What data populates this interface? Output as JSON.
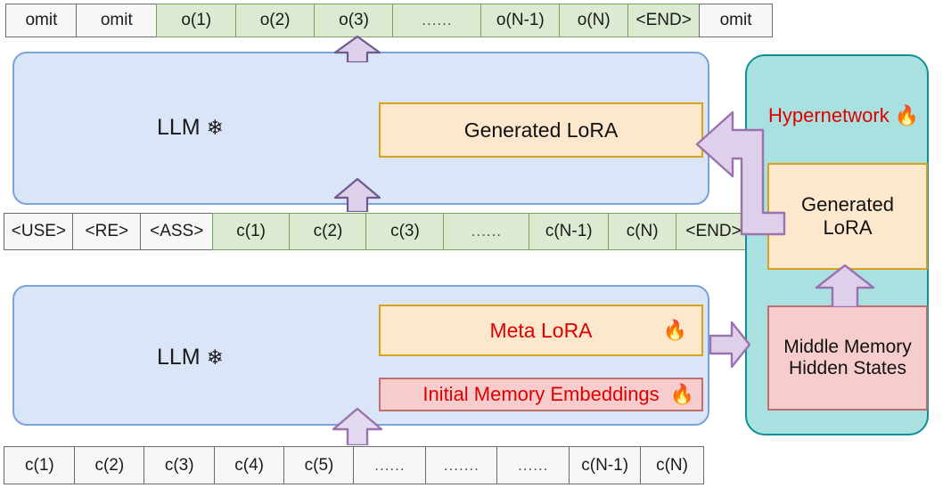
{
  "diagram": {
    "title": "LoRA hypernetwork memory architecture",
    "colors": {
      "llm_panel_fill": "#dae5f8",
      "llm_panel_stroke": "#7ba2d8",
      "hypernetwork_fill": "#a9e1e1",
      "hypernetwork_stroke": "#0f8f96",
      "lora_fill": "#fde8cd",
      "lora_stroke": "#d9a21b",
      "memory_fill": "#f6cccc",
      "memory_stroke": "#bf6f6f",
      "token_green_fill": "#dbead0",
      "token_green_stroke": "#76a35b",
      "token_grey_fill": "#f7f7f7",
      "token_grey_stroke": "#6b6b6b",
      "arrow_fill": "#ded0ea",
      "arrow_stroke": "#9b72b0",
      "trainable_text": "#e00000"
    }
  },
  "output_tokens": {
    "name": "output-token-sequence",
    "cells": [
      {
        "label": "omit",
        "style": "grey",
        "width": 80
      },
      {
        "label": "omit",
        "style": "grey",
        "width": 92
      },
      {
        "label": "o(1)",
        "style": "green",
        "width": 90
      },
      {
        "label": "o(2)",
        "style": "green",
        "width": 90
      },
      {
        "label": "o(3)",
        "style": "green",
        "width": 90
      },
      {
        "label": "......",
        "style": "green",
        "width": 100
      },
      {
        "label": "o(N-1)",
        "style": "green",
        "width": 90
      },
      {
        "label": "o(N)",
        "style": "green",
        "width": 78
      },
      {
        "label": "<END>",
        "style": "green",
        "width": 82
      },
      {
        "label": "omit",
        "style": "grey",
        "width": 83
      }
    ]
  },
  "input_tokens": {
    "name": "prompt-token-sequence",
    "cells": [
      {
        "label": "<USE>",
        "style": "grey",
        "width": 78
      },
      {
        "label": "<RE>",
        "style": "grey",
        "width": 78
      },
      {
        "label": "<ASS>",
        "style": "grey",
        "width": 82
      },
      {
        "label": "c(1)",
        "style": "green",
        "width": 88
      },
      {
        "label": "c(2)",
        "style": "green",
        "width": 88
      },
      {
        "label": "c(3)",
        "style": "green",
        "width": 88
      },
      {
        "label": "......",
        "style": "green",
        "width": 98
      },
      {
        "label": "c(N-1)",
        "style": "green",
        "width": 90
      },
      {
        "label": "c(N)",
        "style": "green",
        "width": 78
      },
      {
        "label": "<END>",
        "style": "green",
        "width": 85
      }
    ]
  },
  "context_tokens": {
    "name": "context-token-sequence",
    "cells": [
      {
        "label": "c(1)",
        "style": "grey",
        "width": 80
      },
      {
        "label": "c(2)",
        "style": "grey",
        "width": 80
      },
      {
        "label": "c(3)",
        "style": "grey",
        "width": 80
      },
      {
        "label": "c(4)",
        "style": "grey",
        "width": 80
      },
      {
        "label": "c(5)",
        "style": "grey",
        "width": 80
      },
      {
        "label": "......",
        "style": "grey",
        "width": 82
      },
      {
        "label": ".......",
        "style": "grey",
        "width": 82
      },
      {
        "label": "......",
        "style": "grey",
        "width": 82
      },
      {
        "label": "c(N-1)",
        "style": "grey",
        "width": 82
      },
      {
        "label": "c(N)",
        "style": "grey",
        "width": 72
      }
    ]
  },
  "upper_llm": {
    "name": "upper-llm-panel",
    "label": "LLM",
    "frozen_icon": "❄",
    "generated_lora": {
      "label": "Generated LoRA"
    }
  },
  "lower_llm": {
    "name": "lower-llm-panel",
    "label": "LLM",
    "frozen_icon": "❄",
    "meta_lora": {
      "label": "Meta LoRA",
      "trainable_icon": "🔥"
    },
    "initial_memory": {
      "label": "Initial Memory Embeddings",
      "trainable_icon": "🔥"
    }
  },
  "hypernetwork": {
    "name": "hypernetwork-panel",
    "title": "Hypernetwork",
    "trainable_icon": "🔥",
    "generated_lora": {
      "line1": "Generated",
      "line2": "LoRA"
    },
    "middle_memory": {
      "line1": "Middle Memory",
      "line2": "Hidden States"
    }
  },
  "arrows": [
    {
      "name": "arrow-upper-llm-to-output-tokens",
      "direction": "up"
    },
    {
      "name": "arrow-prompt-tokens-to-upper-llm",
      "direction": "up"
    },
    {
      "name": "arrow-context-tokens-to-lower-llm",
      "direction": "up"
    },
    {
      "name": "arrow-lower-llm-to-middle-memory",
      "direction": "right"
    },
    {
      "name": "arrow-middle-memory-to-generated-lora",
      "direction": "up"
    },
    {
      "name": "arrow-hypernetwork-lora-to-upper-llm",
      "direction": "left-elbow"
    }
  ]
}
